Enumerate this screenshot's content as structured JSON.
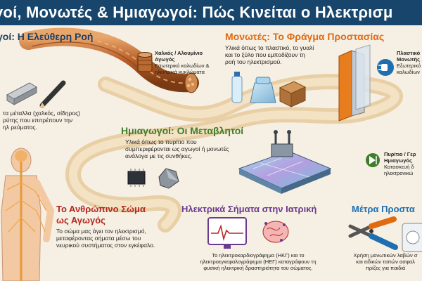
{
  "title": "γοί, Μονωτές & Ημιαγωγοί: Πώς Κινείται ο Ηλεκτρισμ",
  "conductors": {
    "heading": "γοί: Η Ελεύθερη Ροή",
    "lines": [
      "τα μέταλλα (χαλκός, σίδηρος)",
      "ρύτης που επιτρέπουν την",
      "ηλ ρεύματος."
    ]
  },
  "copper_label": {
    "title": "Χαλκός / Αλουμίνιο Αγωγός",
    "desc": "Εσωτερικό καλωδίων & ηλεκτρικά κυκλώματα"
  },
  "insulators": {
    "heading": "Μονωτές: Το Φράγμα Προστασίας",
    "lines": [
      "Υλικά όπως το πλαστικό, το γυαλί",
      "και το ξύλο που εμποδίζουν τη",
      "ροή του ηλεκτρισμού."
    ]
  },
  "plastic_label": {
    "title": "Πλαστικό Μονωτής",
    "desc": "Εξωτερικό καλωδίων"
  },
  "semiconductors": {
    "heading": "Ημιαγωγοί: Οι Μεταβλητοί",
    "lines": [
      "Υλικά όπως το πυρίτιο που",
      "συμπεριφέρονται ως αγωγοί ή μονωτές",
      "ανάλογα με τις συνθήκες."
    ]
  },
  "silicon_label": {
    "title": "Πυρίτιο / Γερ Ημιαγωγός",
    "desc": "Κατασκευή δ ηλεκτρονικώ"
  },
  "body": {
    "heading_line1": "Το Ανθρώπινο Σώμα",
    "heading_line2": "ως Αγωγός",
    "lines": [
      "Το σώμα μας άγει τον ηλεκτρισμό,",
      "μεταφέροντας σήματα μέσω του",
      "νευρικού συστήματος στον εγκέφαλο."
    ]
  },
  "medicine": {
    "heading": "Ηλεκτρικά Σήματα στην Ιατρική",
    "lines": [
      "Το ηλεκτροκαρδιογράφημα (ΗΚΓ) και το",
      "ηλεκτροεγκεφαλογράφημα (ΗΕΓ) καταγράφουν τη",
      "φυσική ηλεκτρική δραστηριότητα του σώματος."
    ]
  },
  "safety": {
    "heading": "Μέτρα Προστα",
    "lines": [
      "Χρήση μονωτικών λαβών σ",
      "και ειδικών ταπών ασφαλ",
      "πρίζες για παιδιά"
    ]
  },
  "colors": {
    "title_bg": "#17456b",
    "orange": "#e06a12",
    "green": "#3f7d2a",
    "red": "#b5271f",
    "purple": "#6a3a8e",
    "blue": "#1f6fb0"
  }
}
